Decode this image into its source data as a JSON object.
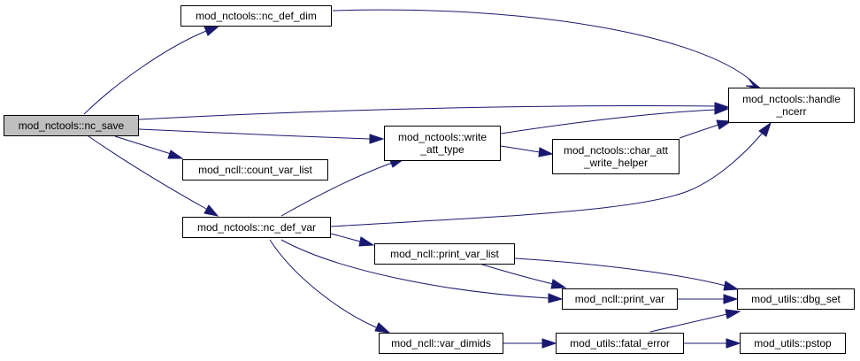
{
  "nodes": {
    "nc_save": {
      "label": "mod_nctools::nc_save"
    },
    "nc_def_dim": {
      "label": "mod_nctools::nc_def_dim"
    },
    "handle_ncerr": {
      "lines": [
        "mod_nctools::handle",
        "_ncerr"
      ]
    },
    "write_att_type": {
      "lines": [
        "mod_nctools::write",
        "_att_type"
      ]
    },
    "char_att_write_helper": {
      "lines": [
        "mod_nctools::char_att",
        "_write_helper"
      ]
    },
    "count_var_list": {
      "label": "mod_ncll::count_var_list"
    },
    "nc_def_var": {
      "label": "mod_nctools::nc_def_var"
    },
    "print_var_list": {
      "label": "mod_ncll::print_var_list"
    },
    "print_var": {
      "label": "mod_ncll::print_var"
    },
    "dbg_set": {
      "label": "mod_utils::dbg_set"
    },
    "var_dimids": {
      "label": "mod_ncll::var_dimids"
    },
    "fatal_error": {
      "label": "mod_utils::fatal_error"
    },
    "pstop": {
      "label": "mod_utils::pstop"
    }
  },
  "colors": {
    "edge": "#191970",
    "root_fill": "#bfbfbf"
  }
}
